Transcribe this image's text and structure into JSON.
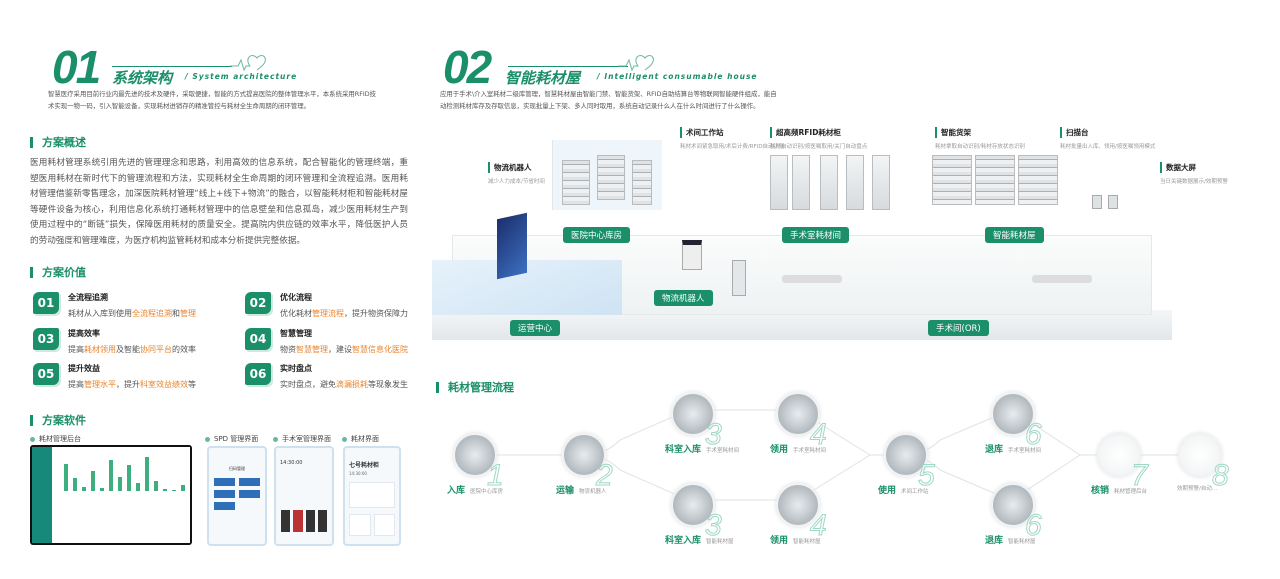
{
  "s1": {
    "num": "01",
    "title": "系统架构",
    "en": "System architecture",
    "intro": "智慧医疗采用目前行业内最先进的技术及硬件，采取便捷，智能的方式提高医院的整体管理水平，本系统采用RFID技术实现一物一码，引入智能设备，实现耗材进销存的精准管控与耗材全生命周期的闭环管理。"
  },
  "overview": {
    "heading": "方案概述",
    "text": "医用耗材管理系统引用先进的管理理念和思路，利用高效的信息系统，配合智能化的管理终端，重塑医用耗材在新时代下的管理流程和方法，实现耗材全生命周期的闭环管理和全流程追溯。医用耗材管理借鉴新零售理念，加深医院耗材管理“线上+线下+物流”的融合，以智能耗材柜和智能耗材屋等硬件设备为核心，利用信息化系统打通耗材管理中的信息壁垒和信息孤岛，减少医用耗材生产到使用过程中的“断链”损失，保障医用耗材的质量安全。提高院内供应链的效率水平，降低医护人员的劳动强度和管理难度，为医疗机构监管耗材和成本分析提供完整依据。"
  },
  "value": {
    "heading": "方案价值",
    "items": [
      {
        "num": "01",
        "title": "全流程追溯",
        "desc": [
          {
            "t": "耗材从入库到使用"
          },
          {
            "t": "全流程追溯",
            "hl": true
          },
          {
            "t": "和"
          },
          {
            "t": "管理",
            "hl": true
          }
        ]
      },
      {
        "num": "02",
        "title": "优化流程",
        "desc": [
          {
            "t": "优化耗材"
          },
          {
            "t": "管理流程",
            "hl": true
          },
          {
            "t": "，提升物资保障力"
          }
        ]
      },
      {
        "num": "03",
        "title": "提高效率",
        "desc": [
          {
            "t": "提高"
          },
          {
            "t": "耗材领用",
            "hl": true
          },
          {
            "t": "及智能"
          },
          {
            "t": "协同平台",
            "hl": true
          },
          {
            "t": "的效率"
          }
        ]
      },
      {
        "num": "04",
        "title": "智慧管理",
        "desc": [
          {
            "t": "物资"
          },
          {
            "t": "智慧管理",
            "hl": true
          },
          {
            "t": "，建设"
          },
          {
            "t": "智慧信息化医院",
            "hl": true
          }
        ]
      },
      {
        "num": "05",
        "title": "提升效益",
        "desc": [
          {
            "t": "提高"
          },
          {
            "t": "管理水平",
            "hl": true
          },
          {
            "t": "，提升"
          },
          {
            "t": "科室效益绩效",
            "hl": true
          },
          {
            "t": "等"
          }
        ]
      },
      {
        "num": "06",
        "title": "实时盘点",
        "desc": [
          {
            "t": "实时盘点，避免"
          },
          {
            "t": "滴漏损耗",
            "hl": true
          },
          {
            "t": "等现象发生"
          }
        ]
      }
    ]
  },
  "software": {
    "heading": "方案软件",
    "labels": [
      "耗材管理后台",
      "SPD 管理界面",
      "手术室管理界面",
      "耗材界面"
    ],
    "spd_title": "扫码管理",
    "or_time": "14:30:00",
    "cab_title": "七号耗材柜",
    "cab_time": "14:30:00"
  },
  "s2": {
    "num": "02",
    "title": "智能耗材屋",
    "en": "Intelligent consumable house",
    "intro": "应用于手术\\介入室耗材二级库管理，智慧耗材屋由智能门禁、智能货架、RFID自助结算台等物联网智能硬件组成，能自动检测耗材库存及存取信息，实现批量上下架、多人同时取用，系统自动记录什么人在什么时间进行了什么操作。"
  },
  "diagram": {
    "callouts": [
      {
        "title": "物流机器人",
        "sub": "减少人力成本/节省时间"
      },
      {
        "title": "术间工作站",
        "sub": "耗材术间紧急取用/术后计费/RFID自动识别"
      },
      {
        "title": "超高频RFID耗材柜",
        "sub": "耗材自动识别/按医嘱取用/关门自动盘点"
      },
      {
        "title": "智能货架",
        "sub": "耗材拿取自动识别/耗材存放状态识别"
      },
      {
        "title": "扫描台",
        "sub": "耗材批量出入库、领用/按医嘱领用模式"
      },
      {
        "title": "数据大屏",
        "sub": "当日关键数据展示/效期预警"
      }
    ],
    "zones": [
      "医院中心库房",
      "手术室耗材间",
      "智能耗材屋",
      "物流机器人",
      "运营中心",
      "手术间(OR)"
    ]
  },
  "flow": {
    "heading": "耗材管理流程",
    "nodes": [
      {
        "num": "1",
        "label": "入库",
        "sub": "医院中心库房"
      },
      {
        "num": "2",
        "label": "运输",
        "sub": "物流机器人"
      },
      {
        "num": "3",
        "label": "科室入库",
        "sub": "手术室耗材间"
      },
      {
        "num": "3",
        "label": "科室入库",
        "sub": "智能耗材屋"
      },
      {
        "num": "4",
        "label": "领用",
        "sub": "手术室耗材间"
      },
      {
        "num": "4",
        "label": "领用",
        "sub": "智能耗材屋"
      },
      {
        "num": "5",
        "label": "使用",
        "sub": "术间工作站"
      },
      {
        "num": "6",
        "label": "退库",
        "sub": "手术室耗材间"
      },
      {
        "num": "6",
        "label": "退库",
        "sub": "智能耗材屋"
      },
      {
        "num": "7",
        "label": "核销",
        "sub": "耗材管理后台"
      },
      {
        "num": "8",
        "label": "",
        "sub": "效期预警/自动..."
      }
    ]
  },
  "colors": {
    "brand": "#1a8f6a",
    "highlight": "#e8842b"
  }
}
